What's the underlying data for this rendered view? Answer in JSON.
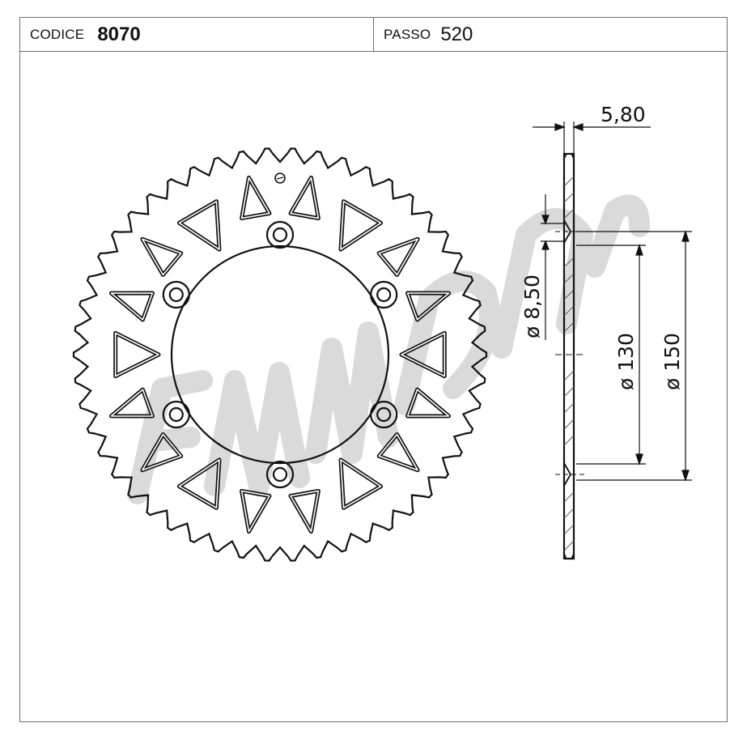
{
  "header": {
    "code_label": "CODICE",
    "code_value": "8070",
    "pitch_label": "PASSO",
    "pitch_value": "520"
  },
  "dimensions": {
    "thickness": "5,80",
    "hole_diameter": "ø 8,50",
    "inner_diameter": "ø 130",
    "outer_diameter": "ø 150"
  },
  "sprocket": {
    "teeth": 50,
    "bolt_holes": 6,
    "triangle_windows": 18
  },
  "colors": {
    "line": "#111111",
    "watermark": "#d4d4d4",
    "frame": "#6e6e6e"
  }
}
